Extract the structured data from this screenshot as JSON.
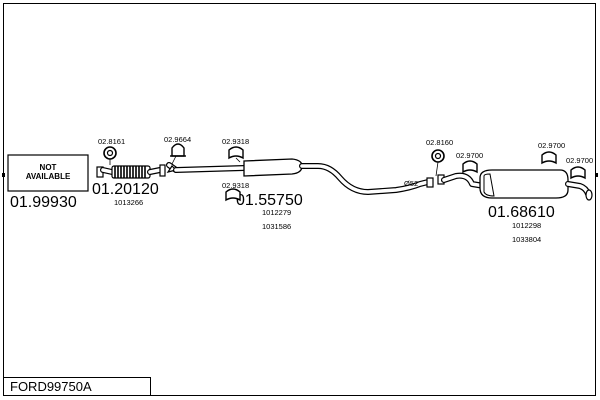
{
  "drawing_id": "FORD99750A",
  "not_available": {
    "line1": "NOT",
    "line2": "AVAILABLE"
  },
  "main_parts": [
    {
      "code": "01.99930",
      "refs": []
    },
    {
      "code": "01.20120",
      "refs": [
        "1013266"
      ]
    },
    {
      "code": "01.55750",
      "refs": [
        "1012279",
        "1031586"
      ]
    },
    {
      "code": "01.68610",
      "refs": [
        "1012298",
        "1033804"
      ]
    }
  ],
  "accessories": [
    {
      "code": "02.8161"
    },
    {
      "code": "02.9664"
    },
    {
      "code": "02.9318"
    },
    {
      "code": "02.9318"
    },
    {
      "code": "02.8160"
    },
    {
      "code": "02.9700"
    },
    {
      "code": "02.9700"
    },
    {
      "code": "02.9700"
    }
  ],
  "pipe_diameter_label": "Ø52"
}
